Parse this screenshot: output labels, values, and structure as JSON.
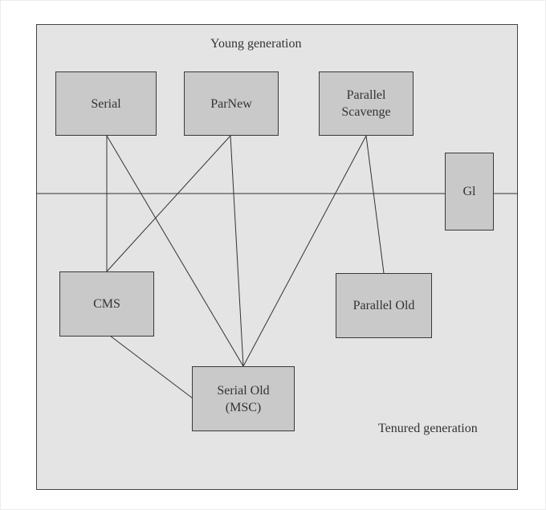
{
  "labels": {
    "young": "Young generation",
    "tenured": "Tenured generation"
  },
  "nodes": {
    "serial": {
      "line1": "Serial"
    },
    "parnew": {
      "line1": "ParNew"
    },
    "parallel_scavenge": {
      "line1": "Parallel",
      "line2": "Scavenge"
    },
    "g1": {
      "line1": "Gl"
    },
    "cms": {
      "line1": "CMS"
    },
    "parallel_old": {
      "line1": "Parallel Old"
    },
    "serial_old": {
      "line1": "Serial Old",
      "line2": "(MSC)"
    }
  },
  "colors": {
    "panel": "#e4e4e4",
    "node_fill": "#c9c9c9",
    "line": "#333333"
  }
}
